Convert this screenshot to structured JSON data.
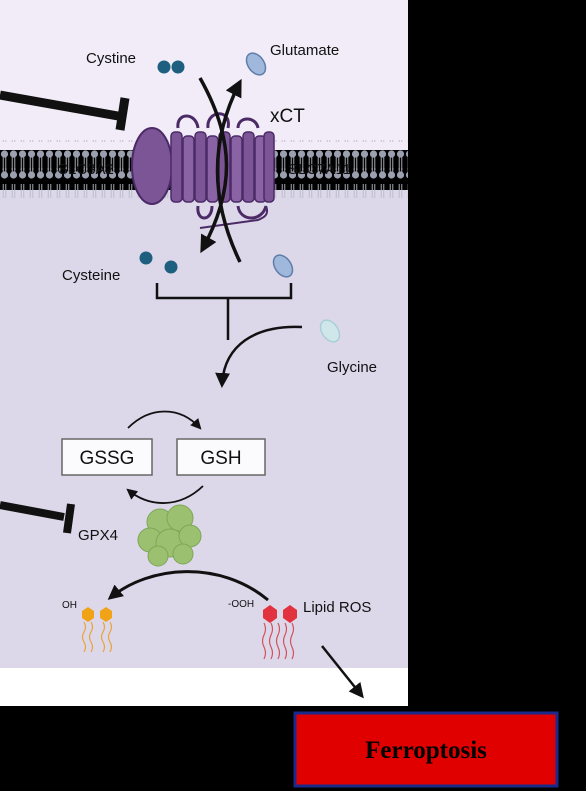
{
  "labels": {
    "cystine": "Cystine",
    "glutamate": "Glutamate",
    "xct": "xCT",
    "slc3a2": "SLC3A2",
    "slc7a11": "SLC7A11",
    "cysteine": "Cysteine",
    "glycine": "Glycine",
    "gssg": "GSSG",
    "gsh": "GSH",
    "gpx4": "GPX4",
    "oh": "OH",
    "ooh": "-OOH",
    "lipid_ros": "Lipid ROS",
    "ferroptosis": "Ferroptosis"
  },
  "colors": {
    "extracellular_bg": "#f1ecf8",
    "intracellular_bg": "#dcd8ea",
    "membrane_lipid_head": "#9aa0b0",
    "transporter": "#7c5596",
    "transporter_dark": "#4b2a66",
    "cystine_dot": "#1e5f80",
    "glutamate_drop": "#9fb8dc",
    "glycine_drop": "#cfe6ea",
    "gpx4_protein": "#9bc170",
    "lipid_oh_head": "#f0a317",
    "lipid_ros_head": "#e2323f",
    "ferroptosis_fill": "#e00000",
    "ferroptosis_border": "#1a2a8a"
  }
}
